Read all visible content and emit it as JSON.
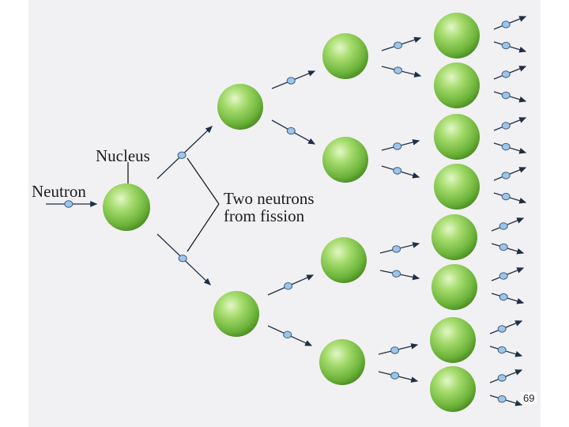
{
  "labels": {
    "nucleus": "Nucleus",
    "neutron": "Neutron",
    "two_neutrons_line1": "Two neutrons",
    "two_neutrons_line2": "from fission"
  },
  "page_number": "69",
  "colors": {
    "nucleus_light": "#c8ec9c",
    "nucleus_mid": "#8fd15a",
    "nucleus_dark": "#5aa02c",
    "neutron_fill": "#9ec4e8",
    "neutron_stroke": "#3b5f86",
    "arrow": "#1f2f44"
  }
}
